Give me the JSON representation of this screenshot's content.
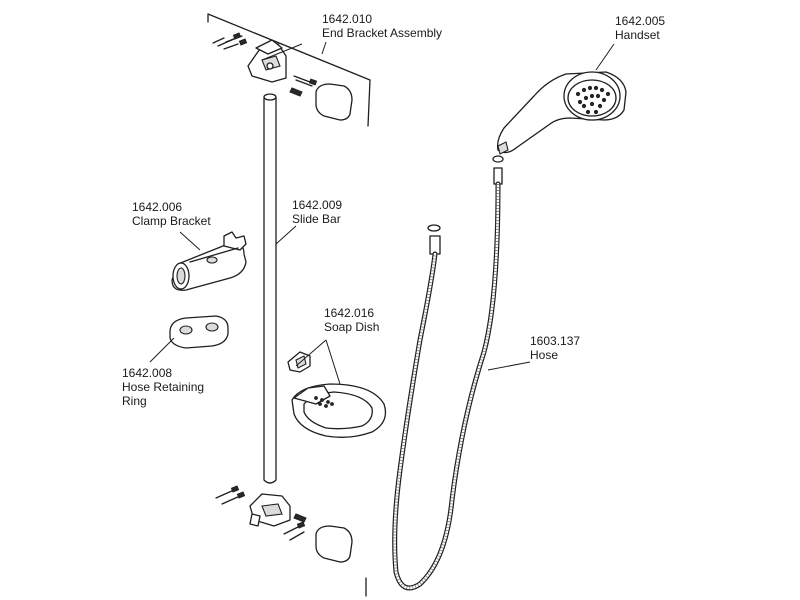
{
  "parts": [
    {
      "id": "end-bracket-assembly",
      "code": "1642.010",
      "name": "End Bracket Assembly"
    },
    {
      "id": "handset",
      "code": "1642.005",
      "name": "Handset"
    },
    {
      "id": "clamp-bracket",
      "code": "1642.006",
      "name": "Clamp Bracket"
    },
    {
      "id": "slide-bar",
      "code": "1642.009",
      "name": "Slide Bar"
    },
    {
      "id": "soap-dish",
      "code": "1642.016",
      "name": "Soap Dish"
    },
    {
      "id": "hose-retaining-ring",
      "code": "1642.008",
      "name": "Hose Retaining Ring"
    },
    {
      "id": "hose",
      "code": "1603.137",
      "name": "Hose"
    }
  ]
}
